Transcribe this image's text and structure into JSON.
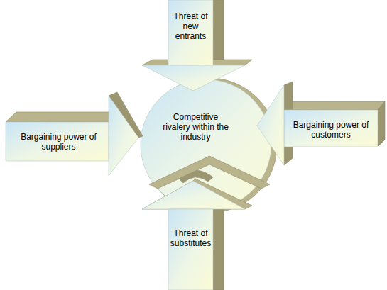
{
  "diagram": {
    "nodes": [
      {
        "text": [
          "Threat of new entrants"
        ]
      },
      {
        "text": [
          "Bargaining power of suppliers"
        ]
      },
      {
        "text": [
          "Competitive rivalery within the industry"
        ]
      },
      {
        "text": [
          "Bargaining power of customers"
        ]
      },
      {
        "text": [
          "Threat of substitutes"
        ]
      }
    ]
  }
}
